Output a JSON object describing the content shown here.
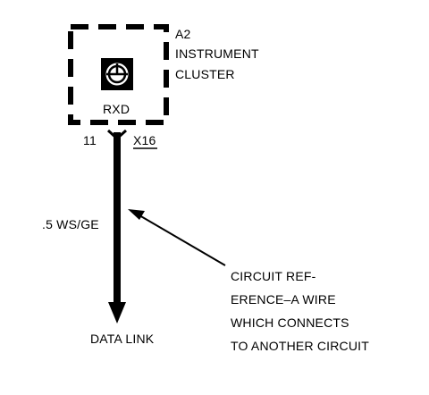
{
  "component": {
    "id": "A2",
    "name_line1": "INSTRUMENT",
    "name_line2": "CLUSTER",
    "pin_name": "RXD",
    "connector_pin": "11",
    "connector": "X16"
  },
  "wire": {
    "spec": ".5 WS/GE",
    "destination": "DATA LINK"
  },
  "callout": {
    "line1": "CIRCUIT REF-",
    "line2": "ERENCE–A WIRE",
    "line3": "WHICH CONNECTS",
    "line4": "TO ANOTHER CIRCUIT"
  },
  "colors": {
    "ink": "#000000",
    "background": "#ffffff"
  }
}
